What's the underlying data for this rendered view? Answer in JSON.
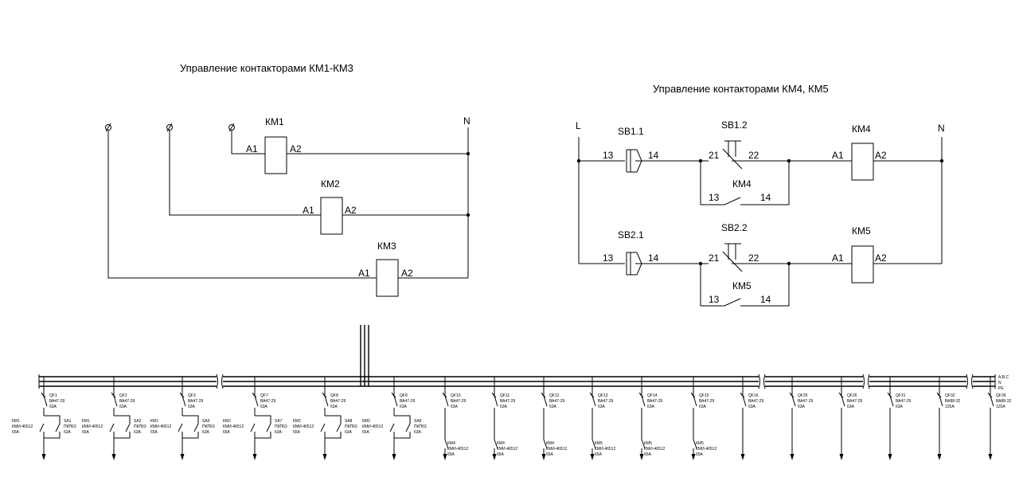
{
  "left_title": "Управление контакторами КМ1-КМ3",
  "right_title": "Управление контакторами КМ4, КМ5",
  "left": {
    "n_label": "N",
    "coils": [
      {
        "name": "КМ1",
        "a1": "A1",
        "a2": "A2"
      },
      {
        "name": "КМ2",
        "a1": "A1",
        "a2": "A2"
      },
      {
        "name": "КМ3",
        "a1": "A1",
        "a2": "A2"
      }
    ]
  },
  "right": {
    "l_label": "L",
    "n_label": "N",
    "rows": [
      {
        "stop_btn": "SB1.1",
        "stop_t1": "13",
        "stop_t2": "14",
        "start_btn": "SB1.2",
        "start_t1": "21",
        "start_t2": "22",
        "hold": "КМ4",
        "hold_t1": "13",
        "hold_t2": "14",
        "coil": "КМ4",
        "a1": "A1",
        "a2": "A2"
      },
      {
        "stop_btn": "SB2.1",
        "stop_t1": "13",
        "stop_t2": "14",
        "start_btn": "SB2.2",
        "start_t1": "21",
        "start_t2": "22",
        "hold": "КМ5",
        "hold_t1": "13",
        "hold_t2": "14",
        "coil": "КМ5",
        "a1": "A1",
        "a2": "A2"
      }
    ]
  },
  "bus": {
    "labels": [
      "A,B,C",
      "N",
      "PE"
    ],
    "feeders": [
      {
        "qf": "QF1",
        "qf_type": "ВА47-29",
        "qf_rating": "63А",
        "sa": "SA1",
        "sa_type": "ПКП63",
        "sa_rating": "63А",
        "km": "КМ1",
        "km_type": "КМИ-46512",
        "km_rating": "65А"
      },
      {
        "qf": "QF2",
        "qf_type": "ВА47-29",
        "qf_rating": "63А",
        "sa": "SA2",
        "sa_type": "ПКП63",
        "sa_rating": "63А",
        "km": "КМ1",
        "km_type": "КМИ-46512",
        "km_rating": "65А"
      },
      {
        "qf": "QF3",
        "qf_type": "ВА47-29",
        "qf_rating": "63А",
        "sa": "SA3",
        "sa_type": "ПКП63",
        "sa_rating": "63А",
        "km": "КМ1",
        "km_type": "КМИ-46512",
        "km_rating": "65А"
      },
      {
        "qf": "QF7",
        "qf_type": "ВА47-29",
        "qf_rating": "63А",
        "sa": "SA7",
        "sa_type": "ПКП63",
        "sa_rating": "63А",
        "km": "КМ2",
        "km_type": "КМИ-46512",
        "km_rating": "65А"
      },
      {
        "qf": "QF8",
        "qf_type": "ВА47-29",
        "qf_rating": "63А",
        "sa": "SA8",
        "sa_type": "ПКП63",
        "sa_rating": "63А",
        "km": "КМ2",
        "km_type": "КМИ-46512",
        "km_rating": "65А"
      },
      {
        "qf": "QF9",
        "qf_type": "ВА47-29",
        "qf_rating": "63А",
        "sa": "SA9",
        "sa_type": "ПКП63",
        "sa_rating": "63А",
        "km": "КМ2",
        "km_type": "КМИ-46512",
        "km_rating": "65А"
      },
      {
        "qf": "QF10",
        "qf_type": "ВА47-29",
        "qf_rating": "63А",
        "km": "КМ4",
        "km_type": "КМИ-46512",
        "km_rating": "65А"
      },
      {
        "qf": "QF11",
        "qf_type": "ВА47-29",
        "qf_rating": "63А",
        "km": "КМ4",
        "km_type": "КМИ-46512",
        "km_rating": "65А"
      },
      {
        "qf": "QF12",
        "qf_type": "ВА47-29",
        "qf_rating": "63А",
        "km": "КМ4",
        "km_type": "КМИ-46512",
        "km_rating": "65А"
      },
      {
        "qf": "QF13",
        "qf_type": "ВА47-29",
        "qf_rating": "63А",
        "km": "КМ5",
        "km_type": "КМИ-46512",
        "km_rating": "65А"
      },
      {
        "qf": "QF14",
        "qf_type": "ВА47-29",
        "qf_rating": "63А",
        "km": "КМ5",
        "km_type": "КМИ-46512",
        "km_rating": "65А"
      },
      {
        "qf": "QF15",
        "qf_type": "ВА47-29",
        "qf_rating": "63А",
        "km": "КМ5",
        "km_type": "КМИ-46512",
        "km_rating": "65А"
      },
      {
        "qf": "QF16",
        "qf_type": "ВА47-29",
        "qf_rating": "63А"
      },
      {
        "qf": "QF25",
        "qf_type": "ВА47-29",
        "qf_rating": "63А"
      },
      {
        "qf": "QF26",
        "qf_type": "ВА47-29",
        "qf_rating": "63А"
      },
      {
        "qf": "QF31",
        "qf_type": "ВА47-29",
        "qf_rating": "63А"
      },
      {
        "qf": "QF32",
        "qf_type": "ВА88-32",
        "qf_rating": "125А"
      },
      {
        "qf": "QF36",
        "qf_type": "ВА88-32",
        "qf_rating": "125А"
      }
    ]
  }
}
